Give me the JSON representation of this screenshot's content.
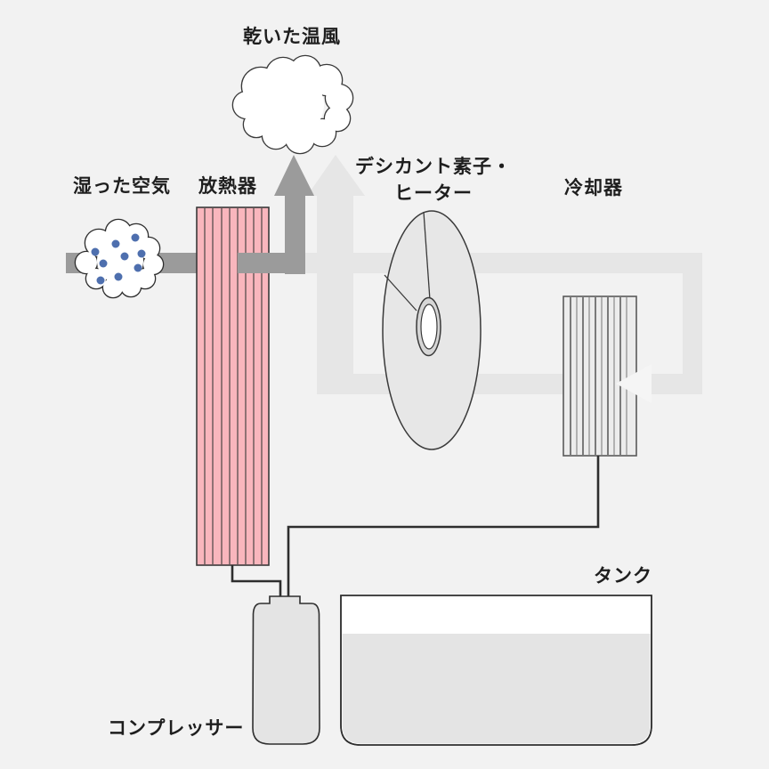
{
  "diagram": {
    "title_hint": "desiccant-hybrid-dehumidifier-flow-diagram",
    "labels": {
      "dry_warm_air": "乾いた温風",
      "moist_air": "湿った空気",
      "radiator": "放熱器",
      "desiccant_line1": "デシカント素子・",
      "desiccant_line2": "ヒーター",
      "cooler": "冷却器",
      "tank": "タンク",
      "compressor": "コンプレッサー"
    },
    "colors": {
      "background": "#f2f2f2",
      "flow_dark": "#9b9b9b",
      "flow_light": "#e6e6e6",
      "radiator_pink": "#f9b6bd",
      "moisture_dot_blue": "#4e6fae",
      "component_gray": "#e4e4e4",
      "cooler_fill": "#ececec",
      "hub_ring_gray": "#d6d6d6",
      "wheel_gray": "#e7e7e7",
      "outline_dark": "#2e2e2e",
      "stroke_mid": "#3a3a3a",
      "white_arrow": "#f5f5f5",
      "cloud_fill": "#ffffff",
      "text": "#1e1e1e"
    }
  }
}
